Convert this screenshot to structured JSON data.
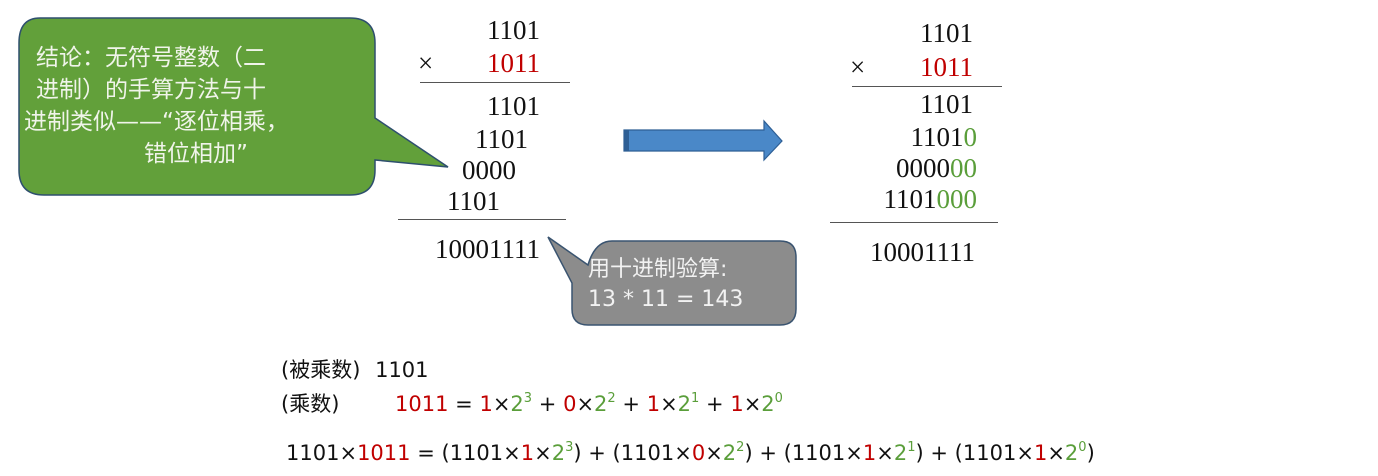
{
  "callout_conclusion": {
    "lines": [
      "结论：无符号整数（二",
      "进制）的手算方法与十",
      "进制类似——“逐位相乘，",
      "错位相加”"
    ],
    "fill": "#62a03a",
    "border": "#2e4f6e"
  },
  "left_calc": {
    "multiplicand": "1101",
    "times_sign": "×",
    "multiplier": "1011",
    "partials": [
      "1101",
      "1101",
      "0000",
      "1101"
    ],
    "result": "10001111"
  },
  "arrow": {
    "fill": "#4a88c8",
    "border": "#2e5f95"
  },
  "right_calc": {
    "multiplicand": "1101",
    "times_sign": "×",
    "multiplier": "1011",
    "partials": [
      {
        "black": "1101",
        "green": ""
      },
      {
        "black": "1101",
        "green": "0"
      },
      {
        "black": "0000",
        "green": "00"
      },
      {
        "black": "1101",
        "green": "000"
      }
    ],
    "result": "10001111"
  },
  "callout_verify": {
    "line1": "用十进制验算:",
    "line2": "13 * 11 = 143",
    "fill": "#8c8c8c",
    "border": "#3a5470"
  },
  "formulas": {
    "multiplicand_label": "(被乘数)",
    "multiplicand_value": "1101",
    "multiplier_label": "(乘数)",
    "multiplier_value": "1011",
    "expansion": [
      {
        "coef": "1",
        "exp": "3"
      },
      {
        "coef": "0",
        "exp": "2"
      },
      {
        "coef": "1",
        "exp": "1"
      },
      {
        "coef": "1",
        "exp": "0"
      }
    ],
    "equals": "=",
    "plus": "+",
    "times": "×",
    "base": "2",
    "product_lhs_a": "1101",
    "product_lhs_b": "1011"
  },
  "colors": {
    "red": "#c00000",
    "green": "#5a9e3a"
  }
}
